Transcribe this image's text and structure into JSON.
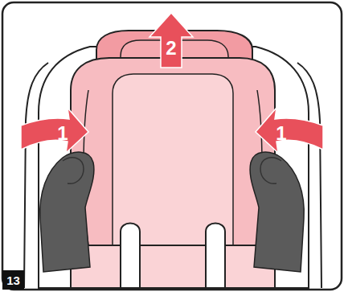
{
  "diagram": {
    "labels": [
      "2",
      "1",
      "1",
      "13"
    ]
  }
}
